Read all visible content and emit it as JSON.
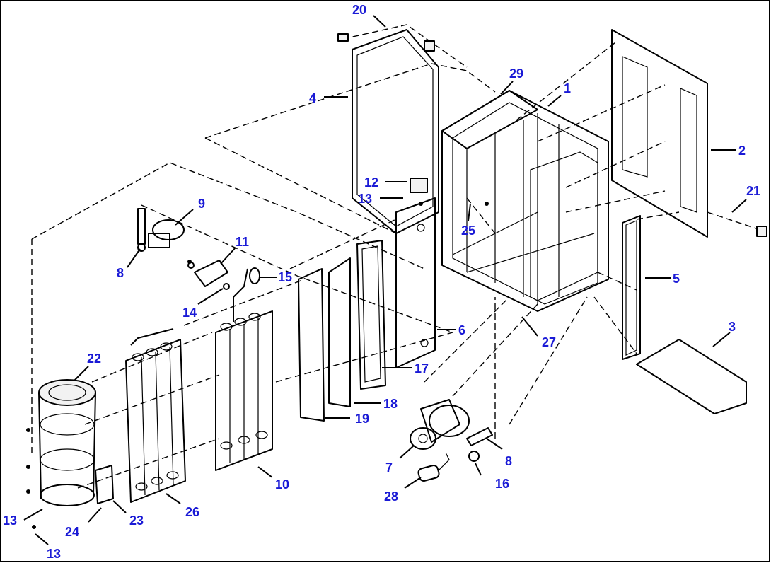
{
  "diagram": {
    "label_color": "#1a1ad6",
    "line_color": "#000000",
    "callouts": [
      {
        "id": "c20",
        "text": "20"
      },
      {
        "id": "c29",
        "text": "29"
      },
      {
        "id": "c1",
        "text": "1"
      },
      {
        "id": "c4",
        "text": "4"
      },
      {
        "id": "c2",
        "text": "2"
      },
      {
        "id": "c12",
        "text": "12"
      },
      {
        "id": "c13a",
        "text": "13"
      },
      {
        "id": "c21",
        "text": "21"
      },
      {
        "id": "c9",
        "text": "9"
      },
      {
        "id": "c25",
        "text": "25"
      },
      {
        "id": "c11",
        "text": "11"
      },
      {
        "id": "c8a",
        "text": "8"
      },
      {
        "id": "c15",
        "text": "15"
      },
      {
        "id": "c5",
        "text": "5"
      },
      {
        "id": "c14",
        "text": "14"
      },
      {
        "id": "c6",
        "text": "6"
      },
      {
        "id": "c27",
        "text": "27"
      },
      {
        "id": "c3",
        "text": "3"
      },
      {
        "id": "c22",
        "text": "22"
      },
      {
        "id": "c17",
        "text": "17"
      },
      {
        "id": "c18",
        "text": "18"
      },
      {
        "id": "c19",
        "text": "19"
      },
      {
        "id": "c7",
        "text": "7"
      },
      {
        "id": "c8b",
        "text": "8"
      },
      {
        "id": "c10",
        "text": "10"
      },
      {
        "id": "c16",
        "text": "16"
      },
      {
        "id": "c28",
        "text": "28"
      },
      {
        "id": "c26",
        "text": "26"
      },
      {
        "id": "c23",
        "text": "23"
      },
      {
        "id": "c24",
        "text": "24"
      },
      {
        "id": "c13b",
        "text": "13"
      },
      {
        "id": "c13c",
        "text": "13"
      }
    ]
  }
}
